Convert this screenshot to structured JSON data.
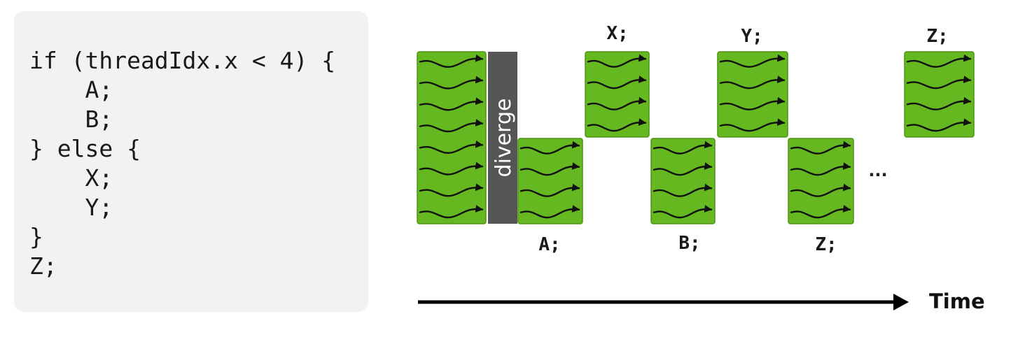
{
  "code": {
    "lines": [
      "if (threadIdx.x < 4) {",
      "    A;",
      "    B;",
      "} else {",
      "    X;",
      "    Y;",
      "}",
      "Z;"
    ]
  },
  "diagram": {
    "diverge_label": "diverge",
    "time_label": "Time",
    "ellipsis": "...",
    "colors": {
      "block": "#66b821",
      "block_border": "#4f9414",
      "diverge_bar": "#555555",
      "arrow": "#111111"
    },
    "blocks": [
      {
        "id": "initial",
        "label": "",
        "threads": 8
      },
      {
        "id": "a",
        "label": "A;",
        "threads": 4
      },
      {
        "id": "x",
        "label": "X;",
        "threads": 4
      },
      {
        "id": "b",
        "label": "B;",
        "threads": 4
      },
      {
        "id": "y",
        "label": "Y;",
        "threads": 4
      },
      {
        "id": "z-lower",
        "label": "Z;",
        "threads": 4
      },
      {
        "id": "z-upper",
        "label": "Z;",
        "threads": 4
      }
    ]
  }
}
